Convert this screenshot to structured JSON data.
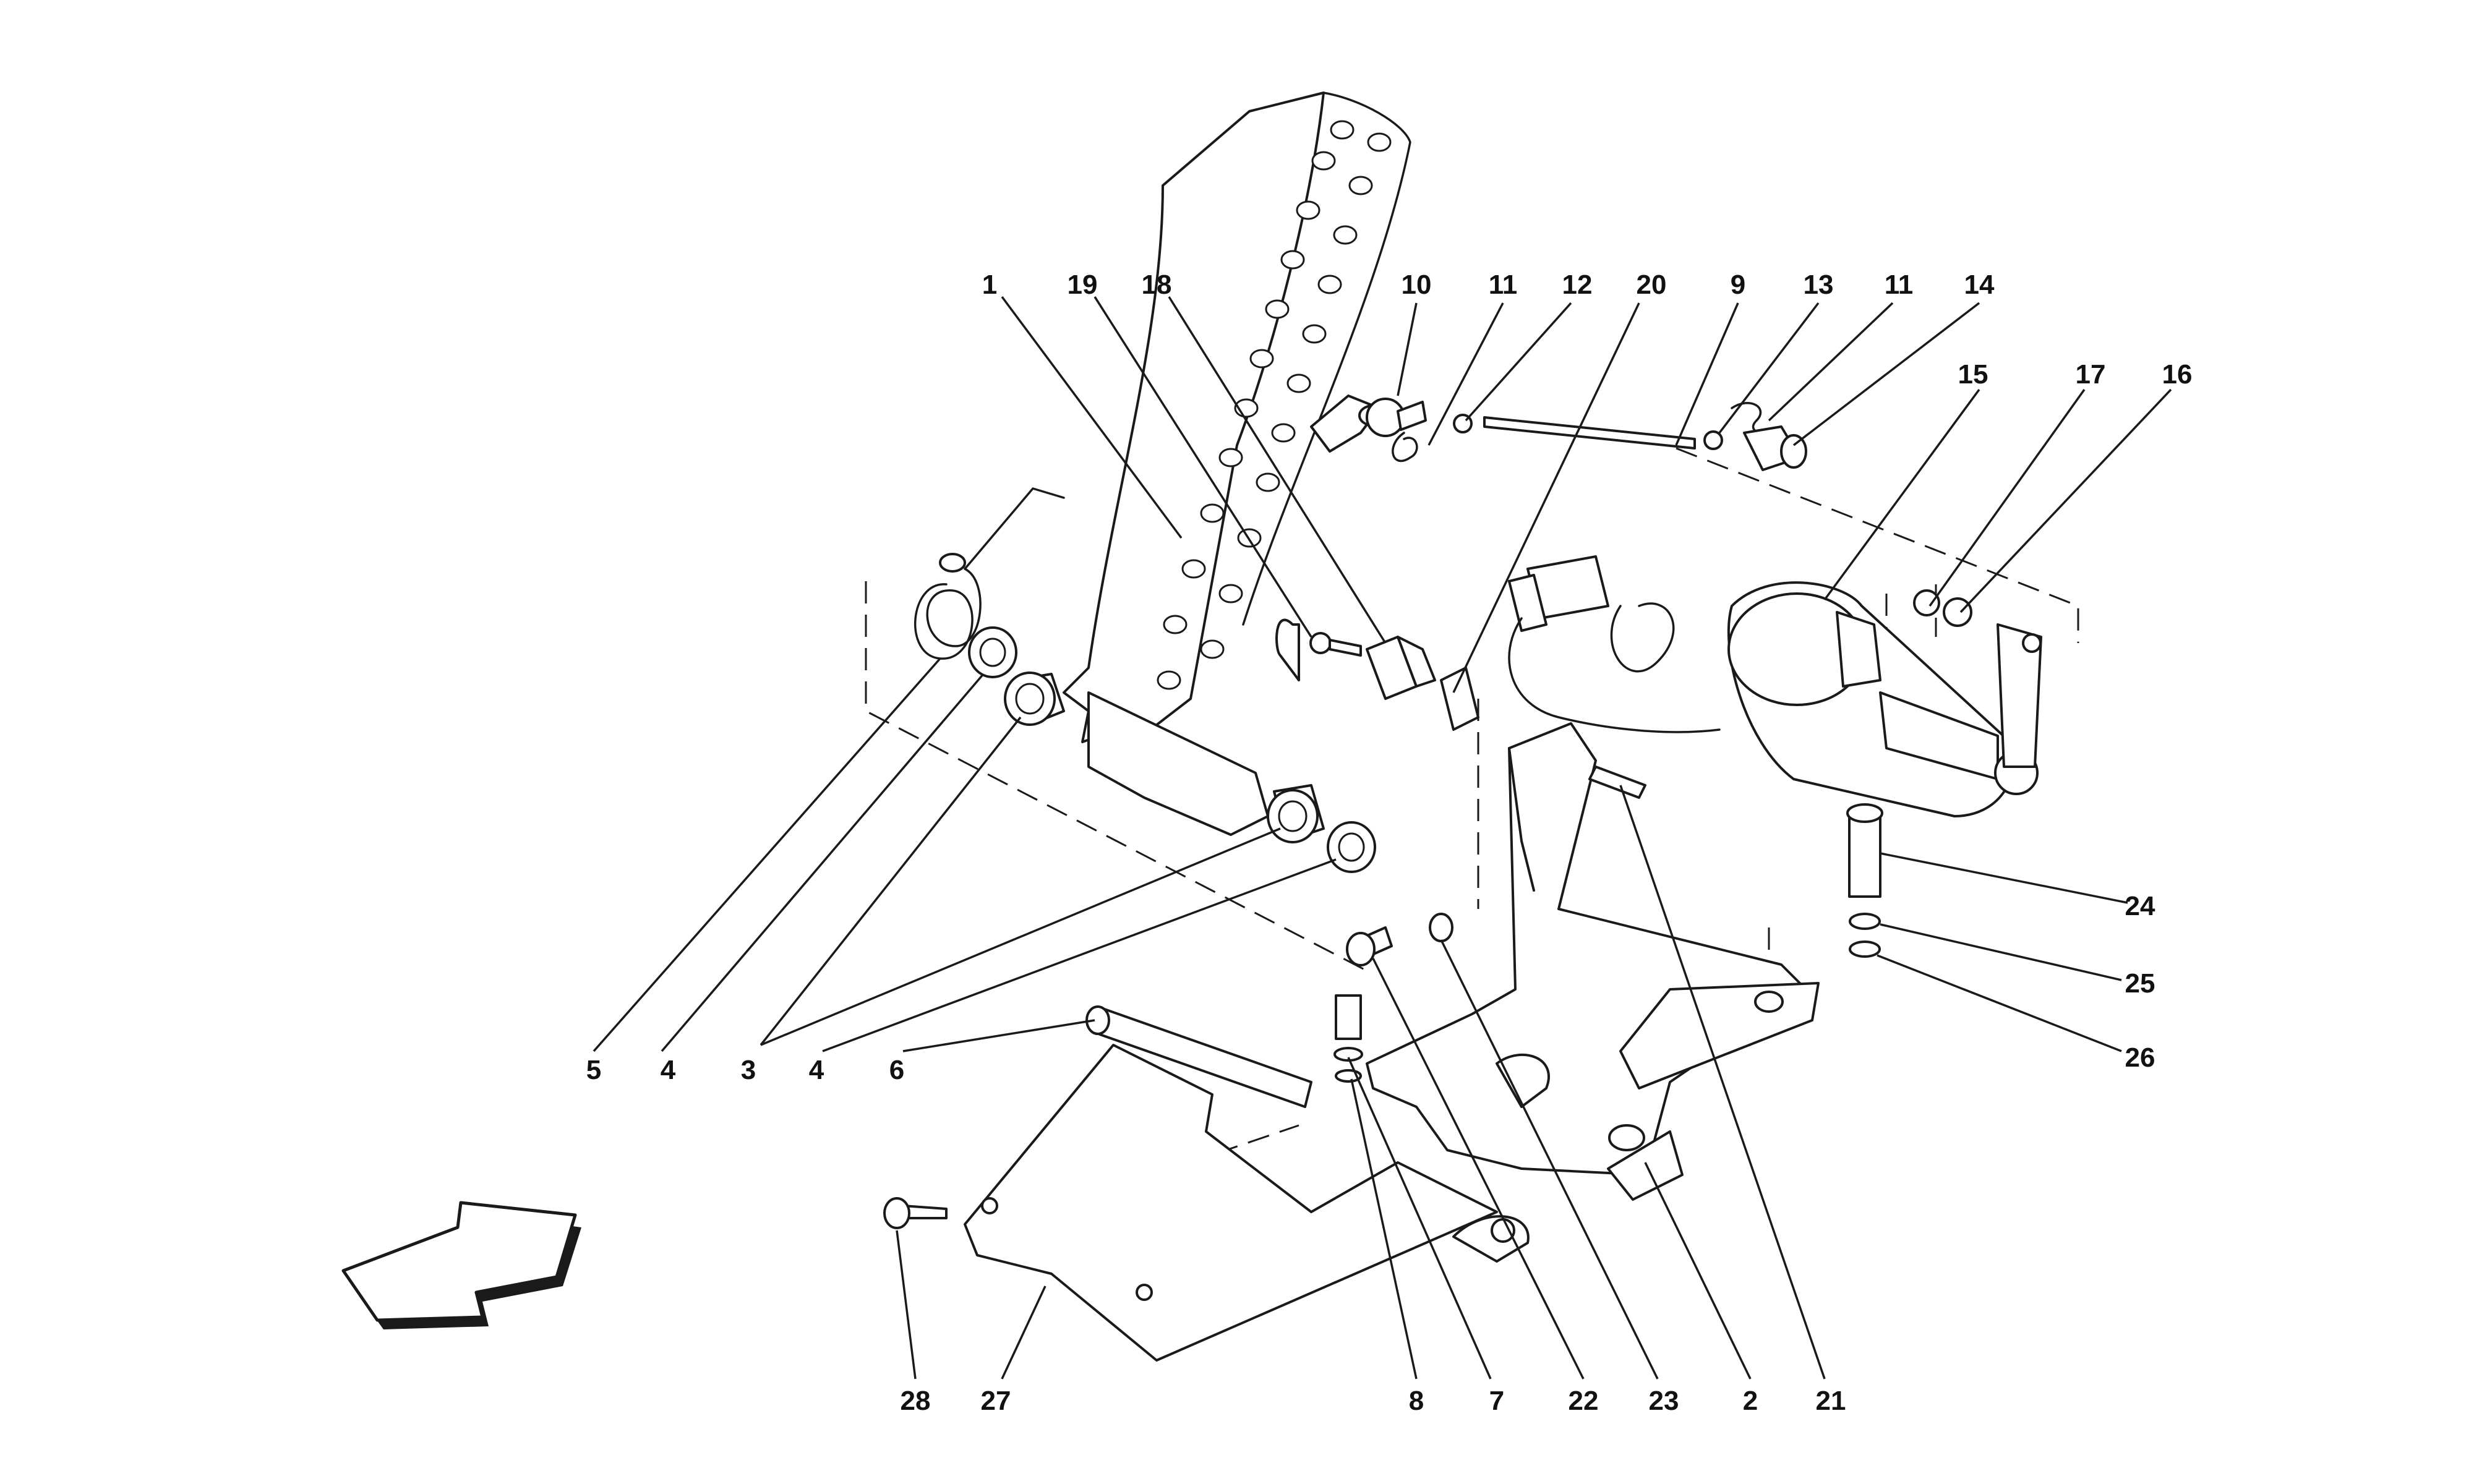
{
  "diagram": {
    "type": "exploded-parts-view",
    "callouts": [
      {
        "id": "c1",
        "label": "1"
      },
      {
        "id": "c19",
        "label": "19"
      },
      {
        "id": "c18",
        "label": "18"
      },
      {
        "id": "c10",
        "label": "10"
      },
      {
        "id": "c11a",
        "label": "11"
      },
      {
        "id": "c12",
        "label": "12"
      },
      {
        "id": "c20",
        "label": "20"
      },
      {
        "id": "c9",
        "label": "9"
      },
      {
        "id": "c13",
        "label": "13"
      },
      {
        "id": "c11b",
        "label": "11"
      },
      {
        "id": "c14",
        "label": "14"
      },
      {
        "id": "c15",
        "label": "15"
      },
      {
        "id": "c17",
        "label": "17"
      },
      {
        "id": "c16",
        "label": "16"
      },
      {
        "id": "c24",
        "label": "24"
      },
      {
        "id": "c25",
        "label": "25"
      },
      {
        "id": "c26",
        "label": "26"
      },
      {
        "id": "c5",
        "label": "5"
      },
      {
        "id": "c4a",
        "label": "4"
      },
      {
        "id": "c3",
        "label": "3"
      },
      {
        "id": "c4b",
        "label": "4"
      },
      {
        "id": "c6",
        "label": "6"
      },
      {
        "id": "c28",
        "label": "28"
      },
      {
        "id": "c27",
        "label": "27"
      },
      {
        "id": "c8",
        "label": "8"
      },
      {
        "id": "c7",
        "label": "7"
      },
      {
        "id": "c22",
        "label": "22"
      },
      {
        "id": "c23",
        "label": "23"
      },
      {
        "id": "c2",
        "label": "2"
      },
      {
        "id": "c21",
        "label": "21"
      }
    ],
    "icons": [
      "direction-arrow-icon"
    ]
  }
}
